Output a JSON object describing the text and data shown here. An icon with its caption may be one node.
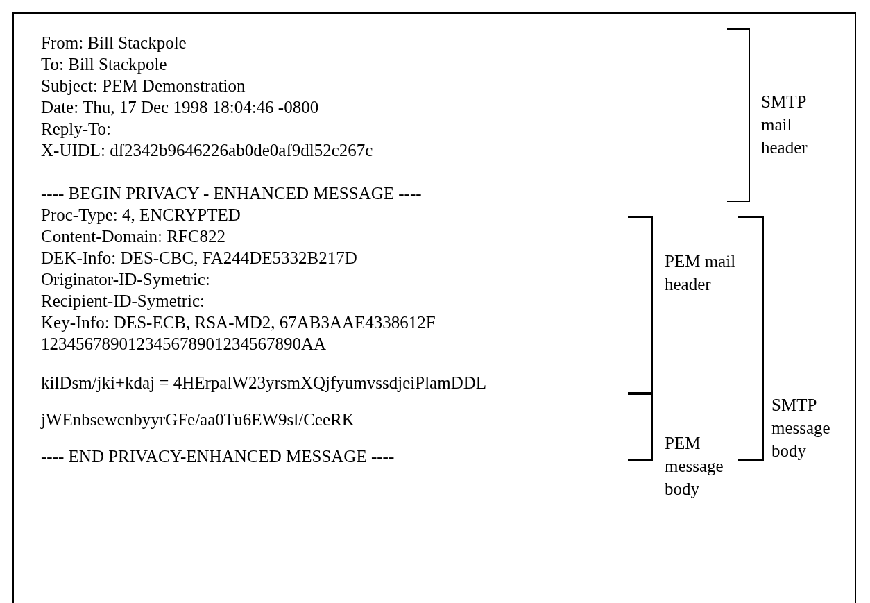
{
  "diagram": {
    "nodes": [
      {
        "text": [
          "From: Bill Stackpole",
          "To: Bill Stackpole",
          "Subject: PEM Demonstration",
          "Date: Thu, 17 Dec 1998 18:04:46 -0800",
          "Reply-To:",
          "X-UIDL: df2342b9646226ab0de0af9dl52c267c",
          "---- BEGIN PRIVACY - ENHANCED MESSAGE ----",
          "Proc-Type: 4, ENCRYPTED",
          "Content-Domain: RFC822",
          "DEK-Info: DES-CBC, FA244DE5332B217D",
          "Originator-ID-Symetric:",
          "Recipient-ID-Symetric:",
          "Key-Info: DES-ECB, RSA-MD2, 67AB3AAE4338612F",
          "123456789012345678901234567890AA",
          "kilDsm/jki+kdaj = 4HErpalW23yrsmXQjfyumvssdjeiPlamDDL",
          "jWEnbsewcnbyyrGFe/aa0Tu6EW9sl/CeeRK",
          "---- END PRIVACY-ENHANCED MESSAGE ----"
        ]
      }
    ],
    "labels": [
      "SMTP mail header",
      "PEM mail header",
      "SMTP message body",
      "PEM message body"
    ]
  }
}
